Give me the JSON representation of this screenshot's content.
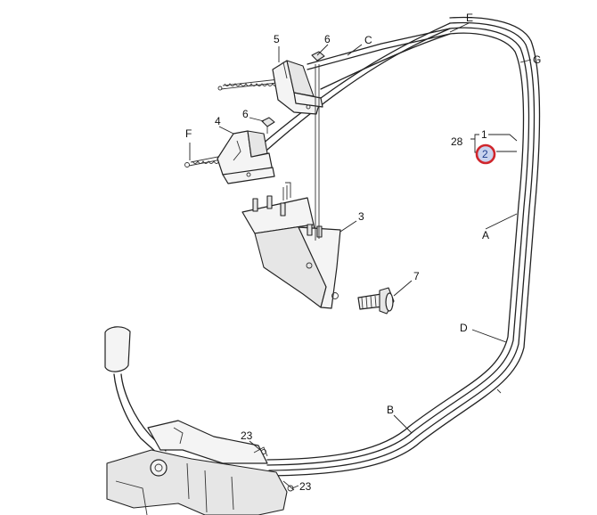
{
  "callouts": {
    "E": "E",
    "C": "C",
    "G": "G",
    "five": "5",
    "six_top": "6",
    "six_mid": "6",
    "four": "4",
    "F": "F",
    "one": "1",
    "twenty_eight": "28",
    "two": "2",
    "three": "3",
    "A": "A",
    "seven": "7",
    "D": "D",
    "B": "B",
    "twenty_three_a": "23",
    "twenty_three_b": "23"
  },
  "highlight": {
    "callout": "2",
    "ring_color": "#d0262c",
    "fill_color": "#c8d3ee"
  }
}
